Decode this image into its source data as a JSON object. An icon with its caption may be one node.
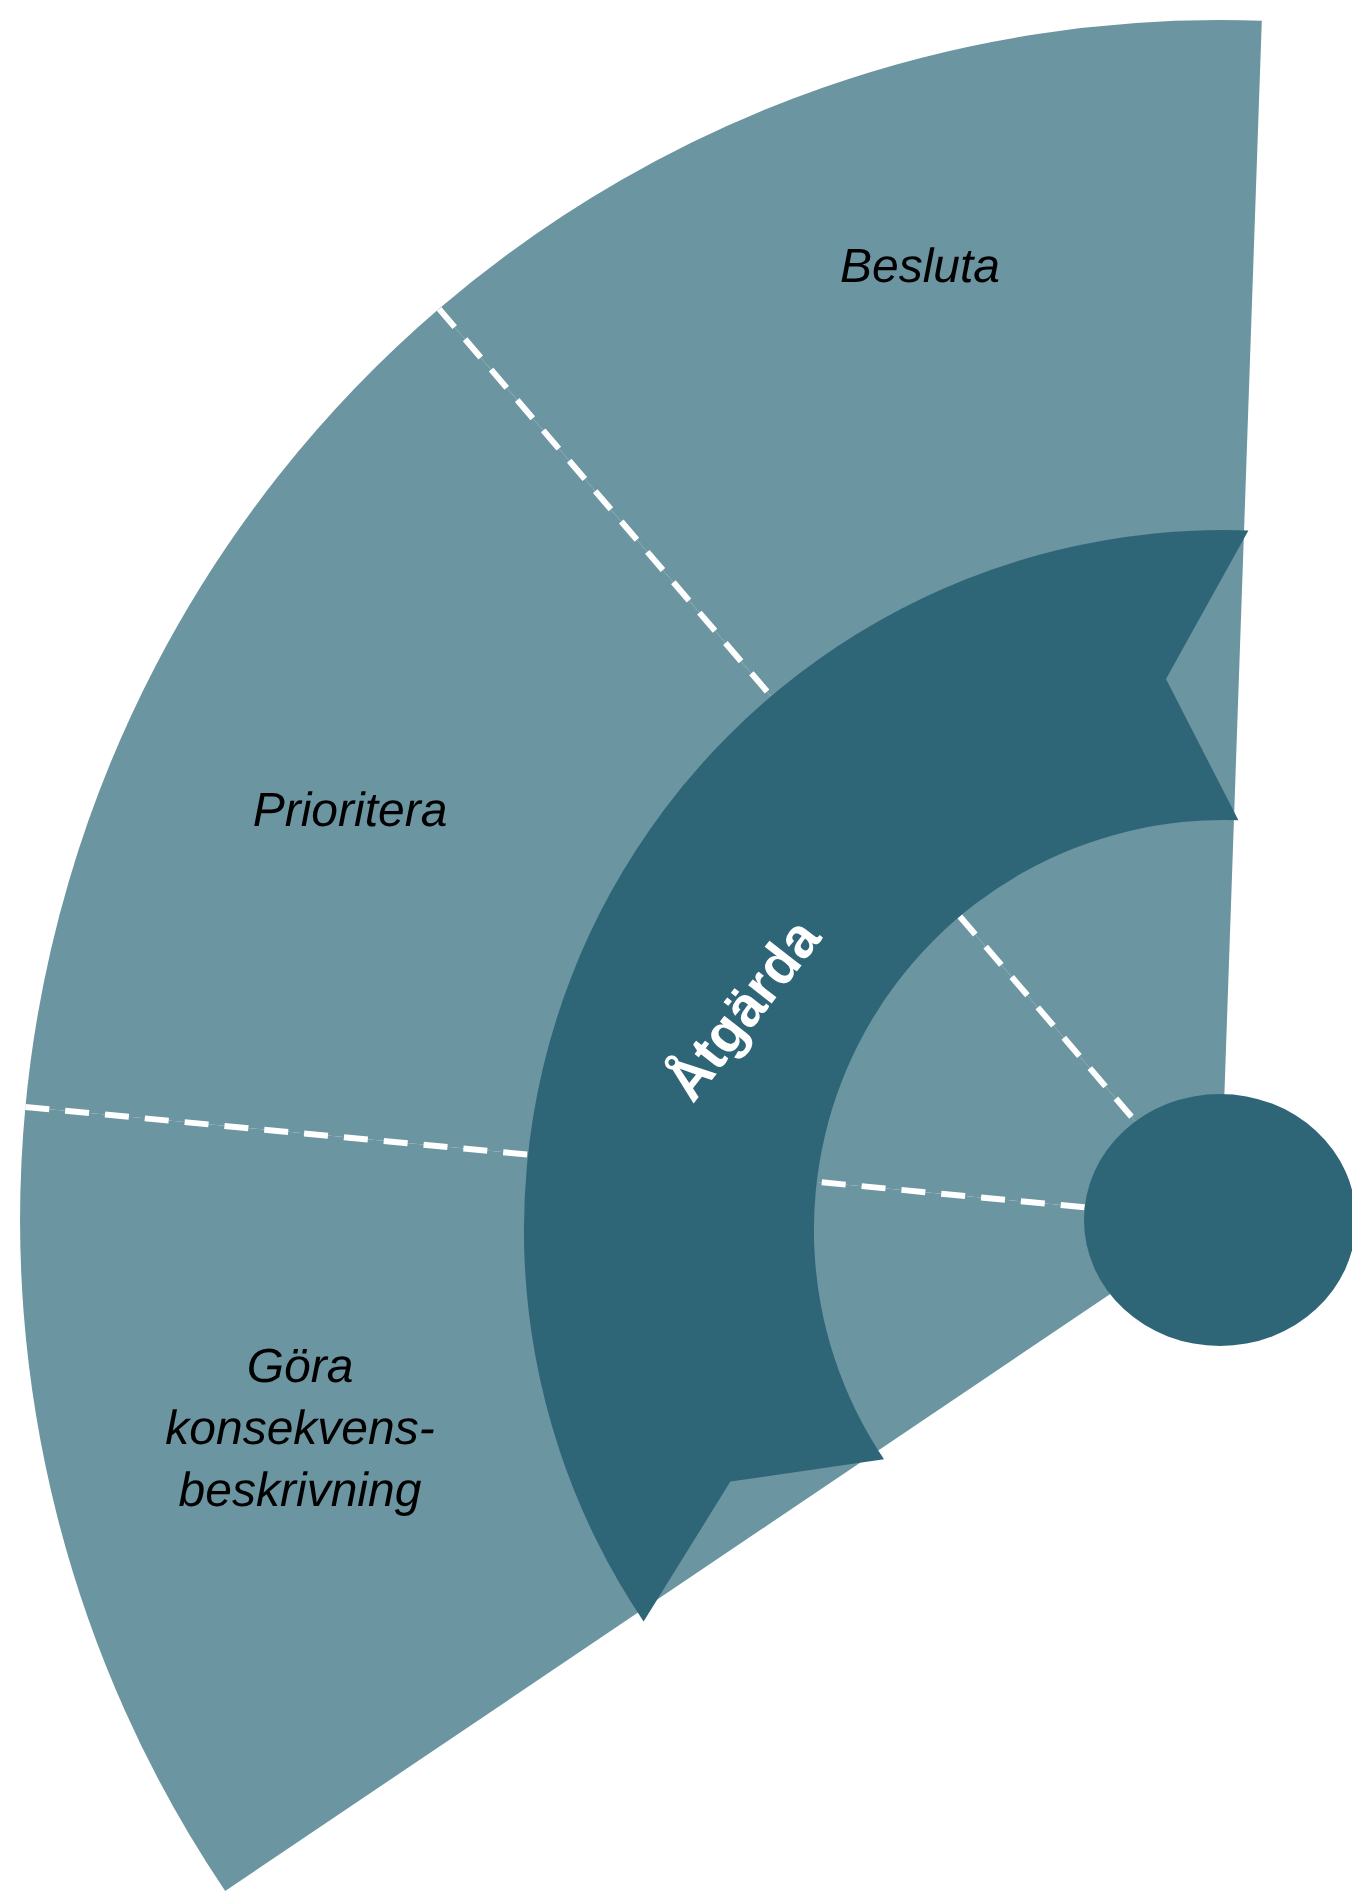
{
  "diagram": {
    "nodes": [
      {
        "text": [
          "Besluta"
        ]
      },
      {
        "text": [
          "Prioritera"
        ]
      },
      {
        "text": [
          "Göra konsekvens-beskrivning"
        ]
      },
      {
        "text": [
          "Åtgärda"
        ]
      },
      {
        "text": [],
        "shape": "circle"
      }
    ]
  }
}
